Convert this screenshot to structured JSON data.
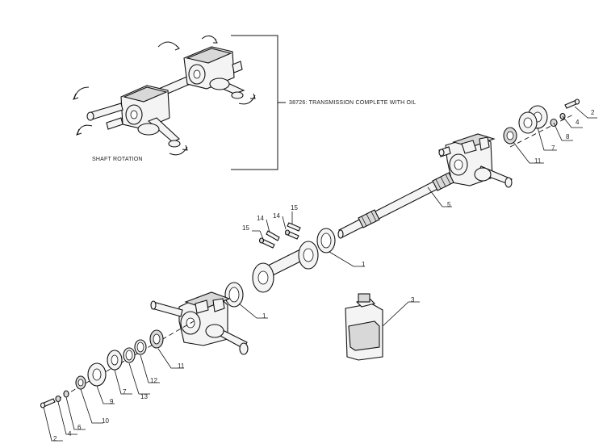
{
  "labels": {
    "complete_assembly": "38726: TRANSMISSION COMPLETE WITH OIL",
    "shaft_rotation": "SHAFT ROTATION"
  },
  "callouts": [
    {
      "id": "c-2-upper",
      "num": "2"
    },
    {
      "id": "c-4-upper",
      "num": "4"
    },
    {
      "id": "c-8-upper",
      "num": "8"
    },
    {
      "id": "c-7-upper",
      "num": "7"
    },
    {
      "id": "c-11-upper",
      "num": "11"
    },
    {
      "id": "c-5",
      "num": "5"
    },
    {
      "id": "c-1-right",
      "num": "1"
    },
    {
      "id": "c-14-a",
      "num": "14"
    },
    {
      "id": "c-14-b",
      "num": "14"
    },
    {
      "id": "c-15-a",
      "num": "15"
    },
    {
      "id": "c-15-b",
      "num": "15"
    },
    {
      "id": "c-1-left",
      "num": "1"
    },
    {
      "id": "c-3",
      "num": "3"
    },
    {
      "id": "c-11-lower",
      "num": "11"
    },
    {
      "id": "c-12",
      "num": "12"
    },
    {
      "id": "c-13",
      "num": "13"
    },
    {
      "id": "c-7-lower",
      "num": "7"
    },
    {
      "id": "c-9",
      "num": "9"
    },
    {
      "id": "c-10",
      "num": "10"
    },
    {
      "id": "c-6",
      "num": "6"
    },
    {
      "id": "c-4-lower",
      "num": "4"
    },
    {
      "id": "c-2-lower",
      "num": "2"
    }
  ]
}
